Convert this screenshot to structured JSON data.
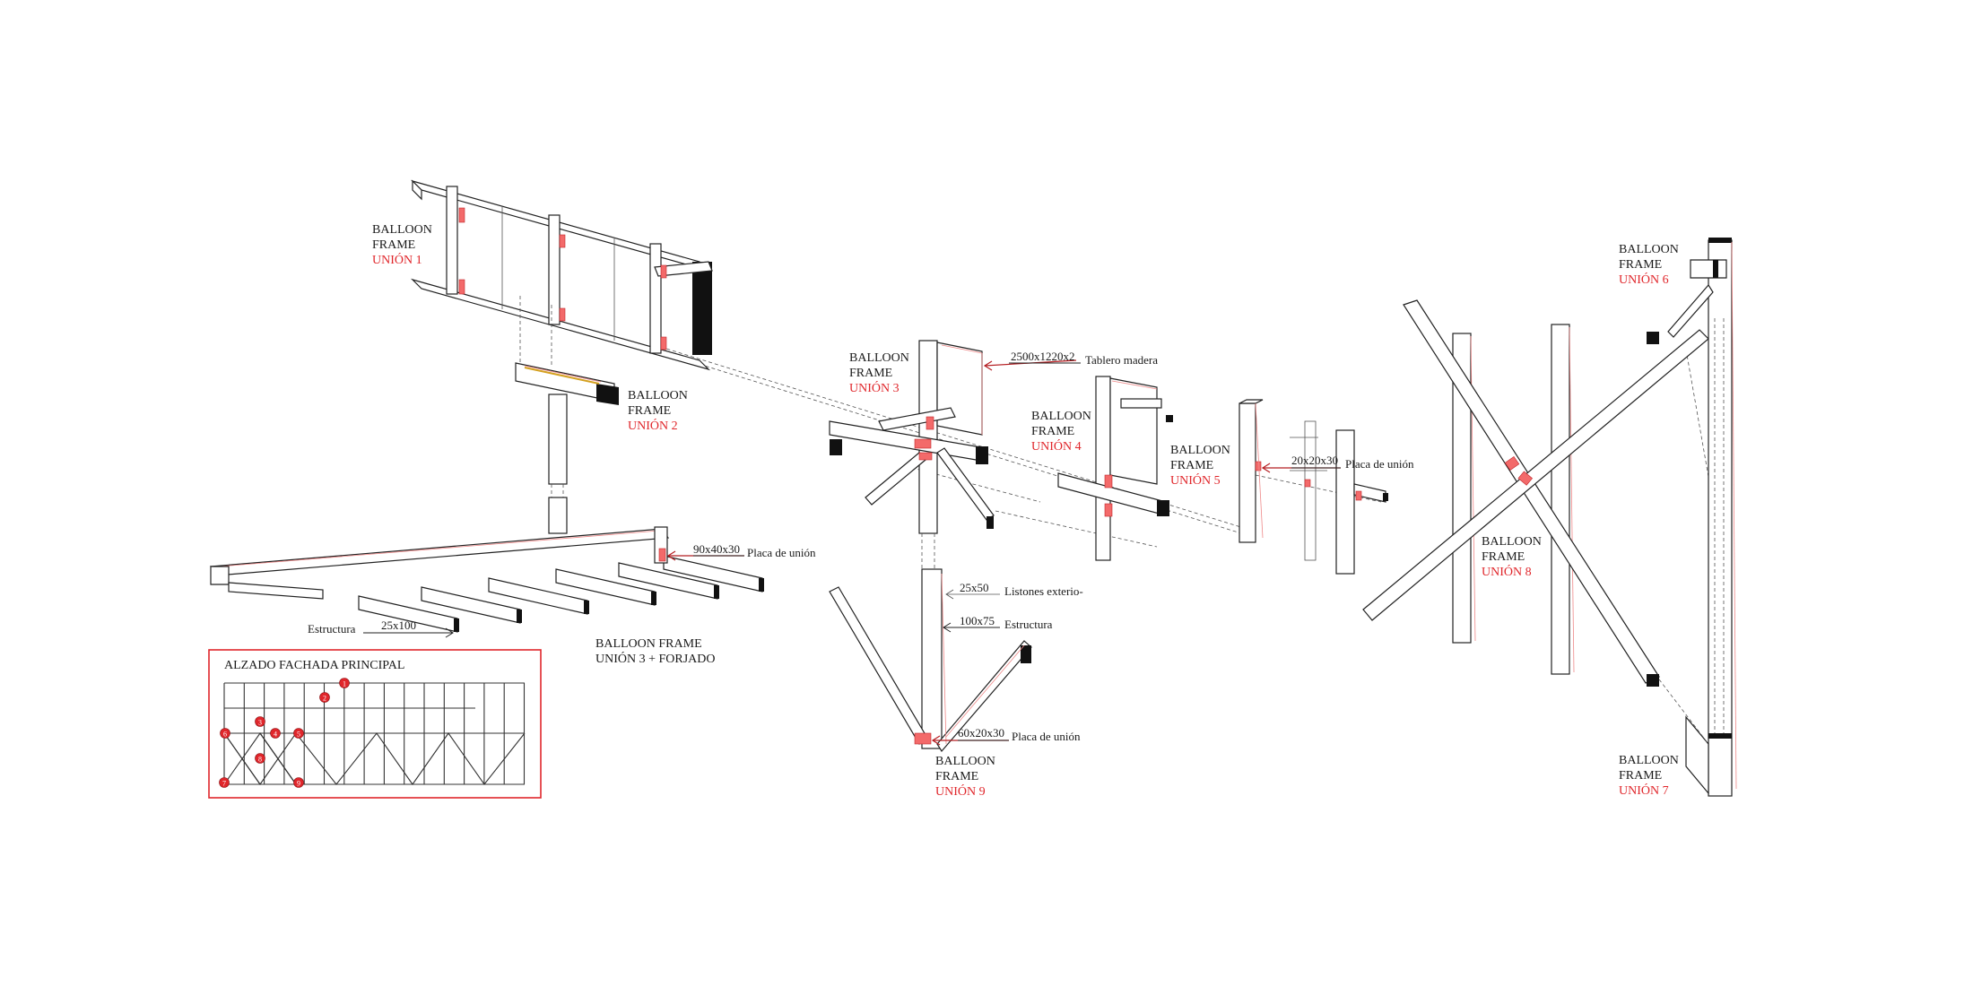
{
  "labels": {
    "u1": {
      "line1": "BALLOON",
      "line2": "FRAME",
      "line3": "UNIÓN 1"
    },
    "u2": {
      "line1": "BALLOON",
      "line2": "FRAME",
      "line3": "UNIÓN 2"
    },
    "u3": {
      "line1": "BALLOON",
      "line2": "FRAME",
      "line3": "UNIÓN 3"
    },
    "u4": {
      "line1": "BALLOON",
      "line2": "FRAME",
      "line3": "UNIÓN 4"
    },
    "u5": {
      "line1": "BALLOON",
      "line2": "FRAME",
      "line3": "UNIÓN 5"
    },
    "u6": {
      "line1": "BALLOON",
      "line2": "FRAME",
      "line3": "UNIÓN 6"
    },
    "u7": {
      "line1": "BALLOON",
      "line2": "FRAME",
      "line3": "UNIÓN 7"
    },
    "u8": {
      "line1": "BALLOON",
      "line2": "FRAME",
      "line3": "UNIÓN 8"
    },
    "u9": {
      "line1": "BALLOON",
      "line2": "FRAME",
      "line3": "UNIÓN 9"
    },
    "forjado": {
      "line1": "BALLOON FRAME",
      "line2": "UNIÓN 3 + FORJADO"
    }
  },
  "dims": {
    "tablero": {
      "size": "2500x1220x2",
      "name": "Tablero madera"
    },
    "placa_forjado": {
      "size": "90x40x30",
      "name": "Placa de unión"
    },
    "estructura_forjado": {
      "size": "25x100",
      "name": "Estructura"
    },
    "placa_u5": {
      "size": "20x20x30",
      "name": "Placa de unión"
    },
    "listones": {
      "size": "25x50",
      "name": "Listones exterio-"
    },
    "estructura_u9": {
      "size": "100x75",
      "name": "Estructura"
    },
    "placa_u9": {
      "size": "60x20x30",
      "name": "Placa de unión"
    }
  },
  "elevation": {
    "title": "ALZADO FACHADA PRINCIPAL",
    "markers": [
      "1",
      "2",
      "3",
      "4",
      "5",
      "6",
      "7",
      "8",
      "9"
    ]
  },
  "colors": {
    "accent": "#e0262b",
    "ink": "#1a1a1a"
  }
}
